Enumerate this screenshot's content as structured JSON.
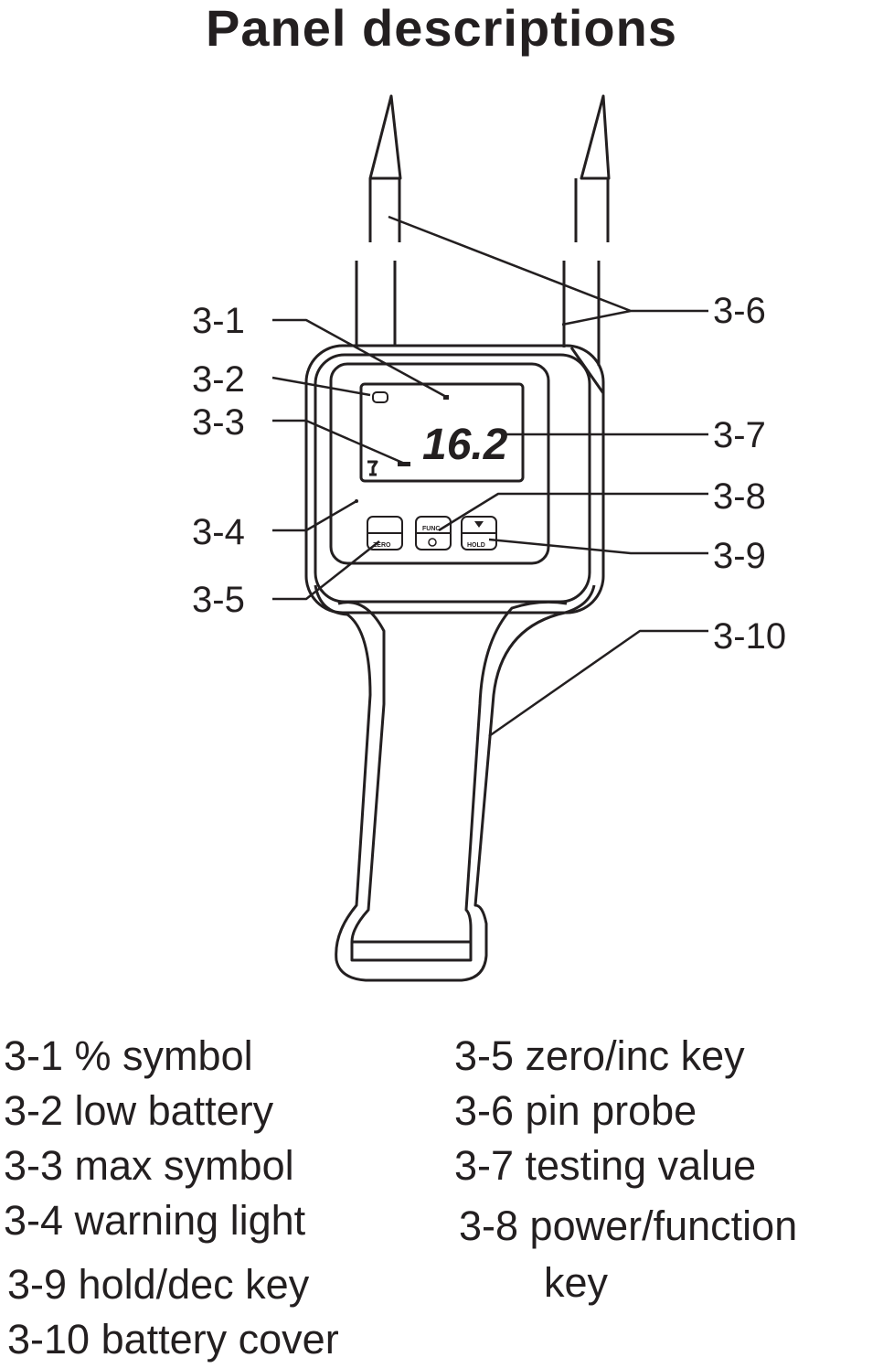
{
  "title": "Panel descriptions",
  "display_value": "16.2",
  "buttons": {
    "zero": "ZERO",
    "func": "FUNC",
    "hold": "HOLD"
  },
  "callouts": [
    "3-1",
    "3-2",
    "3-3",
    "3-4",
    "3-5",
    "3-6",
    "3-7",
    "3-8",
    "3-9",
    "3-10"
  ],
  "legend": {
    "left": [
      "3-1 %  symbol",
      "3-2 low  battery",
      "3-3 max symbol",
      "3-4 warning light",
      "3-9 hold/dec key",
      "3-10 battery  cover"
    ],
    "right": [
      "3-5 zero/inc key",
      "3-6 pin  probe",
      "3-7 testing  value",
      "3-8 power/function",
      "key"
    ]
  }
}
